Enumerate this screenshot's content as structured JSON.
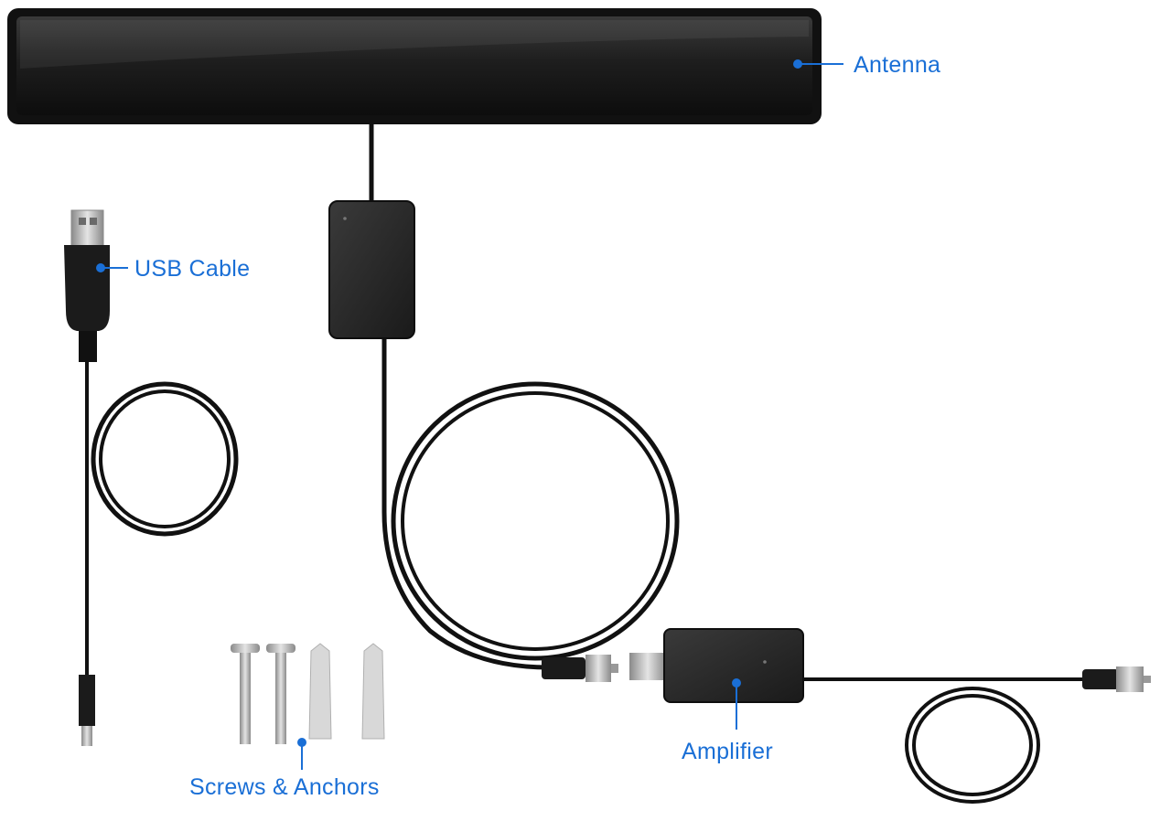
{
  "labels": {
    "antenna": "Antenna",
    "usb_cable": "USB Cable",
    "amplifier": "Amplifier",
    "screws_anchors": "Screws & Anchors"
  },
  "colors": {
    "label": "#1a6fd6",
    "device": "#1c1c1c",
    "cable": "#111111",
    "metal": "#b9b9b9"
  }
}
